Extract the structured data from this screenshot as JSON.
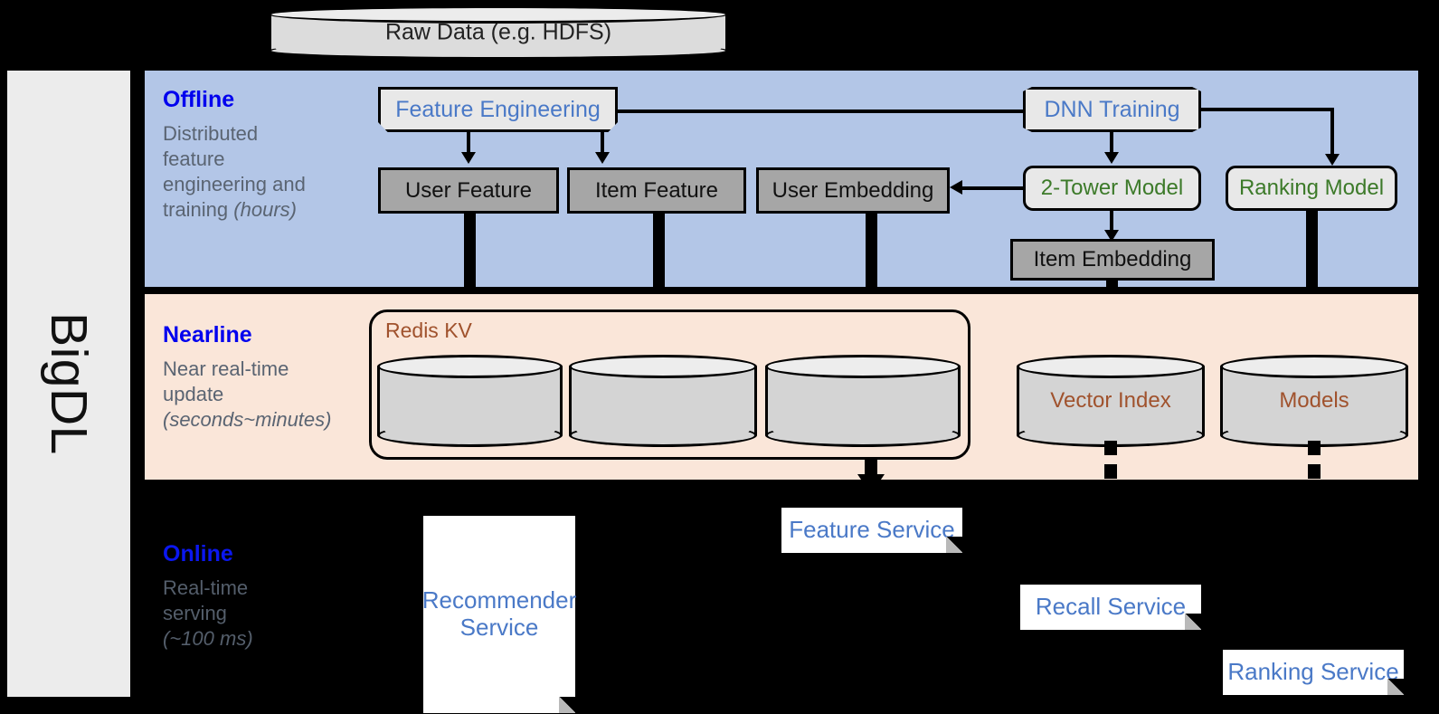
{
  "framework": {
    "label": "BigDL"
  },
  "source": {
    "label": "Raw Data (e.g. HDFS)",
    "icon": "database-cylinder-icon"
  },
  "stages": {
    "offline": {
      "title": "Offline",
      "description_line1": "Distributed",
      "description_line2": "feature",
      "description_line3": "engineering and",
      "description_line4": "training ",
      "description_emphasis": "(hours)",
      "panel_color": "#b3c6e7",
      "title_color": "#0000ee"
    },
    "nearline": {
      "title": "Nearline",
      "description_line1": "Near real-time",
      "description_line2": "update",
      "description_emphasis": "(seconds~minutes)",
      "panel_color": "#fae6d9",
      "title_color": "#0000ee"
    },
    "online": {
      "title": "Online",
      "description_line1": "Real-time",
      "description_line2": "serving",
      "description_emphasis": "(~100 ms)",
      "panel_color": "#000000",
      "title_color": "#0b17f0"
    }
  },
  "offline_nodes": {
    "feature_engineering": {
      "label": "Feature Engineering",
      "shape": "flag",
      "text_color": "#4a79c7"
    },
    "dnn_training": {
      "label": "DNN Training",
      "shape": "banner",
      "text_color": "#4a79c7"
    },
    "user_feature": {
      "label": "User Feature",
      "shape": "rect",
      "fill": "#a6a6a6"
    },
    "item_feature": {
      "label": "Item Feature",
      "shape": "rect",
      "fill": "#a6a6a6"
    },
    "user_embedding": {
      "label": "User Embedding",
      "shape": "rect",
      "fill": "#a6a6a6"
    },
    "two_tower_model": {
      "label": "2-Tower Model",
      "shape": "rounded",
      "text_color": "#3c7a29"
    },
    "ranking_model": {
      "label": "Ranking Model",
      "shape": "rounded",
      "text_color": "#3c7a29"
    },
    "item_embedding": {
      "label": "Item Embedding",
      "shape": "rect",
      "fill": "#a6a6a6"
    }
  },
  "nearline_nodes": {
    "redis_kv": {
      "label": "Redis KV",
      "text_color": "#a0522d"
    },
    "store_user_feature": {
      "label": "",
      "icon": "database-cylinder-icon"
    },
    "store_item_feature": {
      "label": "",
      "icon": "database-cylinder-icon"
    },
    "store_user_embedding": {
      "label": "",
      "icon": "database-cylinder-icon"
    },
    "vector_index": {
      "label": "Vector Index",
      "icon": "database-cylinder-icon",
      "text_color": "#a0522d"
    },
    "models": {
      "label": "Models",
      "icon": "database-cylinder-icon",
      "text_color": "#a0522d"
    }
  },
  "online_nodes": {
    "recommender_service": {
      "label_line1": "Recommender",
      "label_line2": "Service",
      "text_color": "#4a79c7"
    },
    "feature_service": {
      "label": "Feature Service",
      "text_color": "#4a79c7"
    },
    "recall_service": {
      "label": "Recall Service",
      "text_color": "#4a79c7"
    },
    "ranking_service": {
      "label": "Ranking Service",
      "text_color": "#4a79c7"
    }
  }
}
